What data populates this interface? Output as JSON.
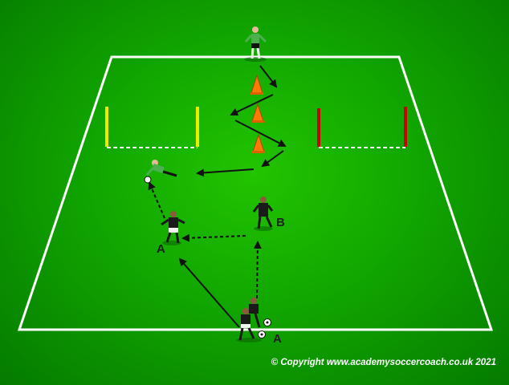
{
  "labels": {
    "player_a_top": "A",
    "player_b": "B",
    "player_a_bottom": "A"
  },
  "copyright": "© Copyright www.academysoccercoach.co.uk 2021",
  "colors": {
    "grass": "#11a600",
    "lines": "#ffffff",
    "cone": "#ff7a00",
    "goal_left": "#f0ea00",
    "goal_right": "#c80000",
    "kit_dark": "#1a1a1a",
    "kit_keeper": "#4caf50"
  },
  "icons": [
    "goalkeeper-figure",
    "cone-icon",
    "ball-icon",
    "player-figure",
    "pole-goal"
  ]
}
